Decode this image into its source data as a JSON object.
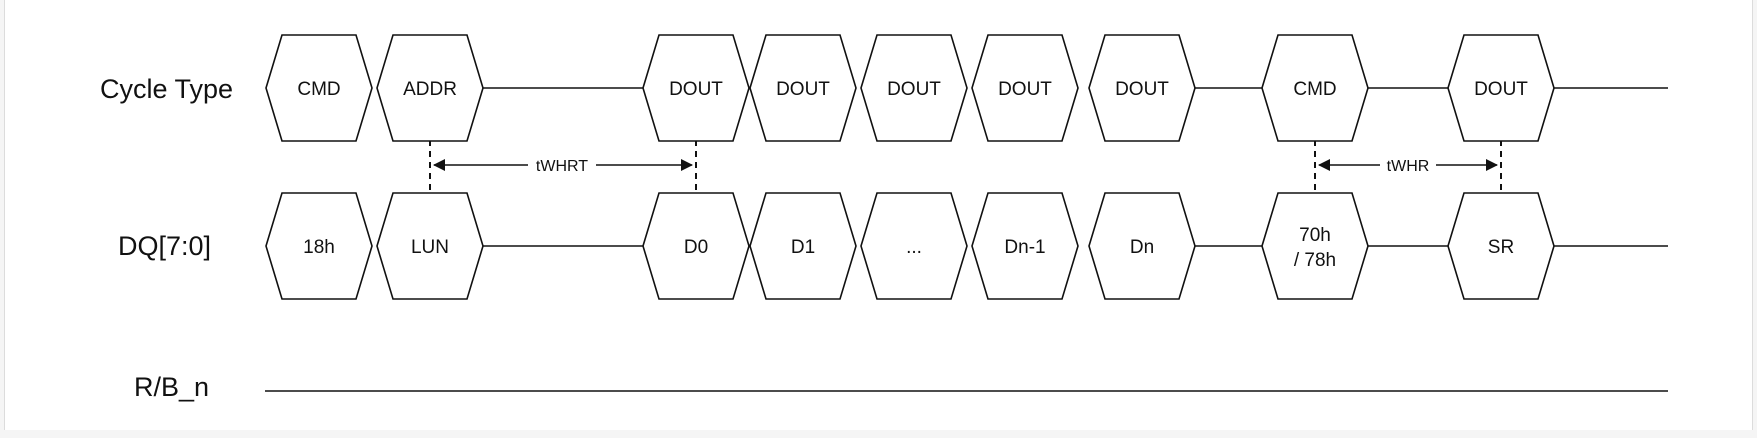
{
  "signals": {
    "cycle_type": {
      "label": "Cycle Type",
      "cells": [
        "CMD",
        "ADDR",
        "DOUT",
        "DOUT",
        "DOUT",
        "DOUT",
        "DOUT",
        "CMD",
        "DOUT"
      ]
    },
    "dq": {
      "label": "DQ[7:0]",
      "cells": [
        "18h",
        "LUN",
        "D0",
        "D1",
        "...",
        "Dn-1",
        "Dn",
        "70h",
        "SR"
      ],
      "cell_7_line2": "/ 78h"
    },
    "rb": {
      "label": "R/B_n"
    }
  },
  "timings": [
    {
      "label": "tWHRT"
    },
    {
      "label": "tWHR"
    }
  ],
  "colors": {
    "line": "#111111",
    "background": "#ffffff"
  }
}
